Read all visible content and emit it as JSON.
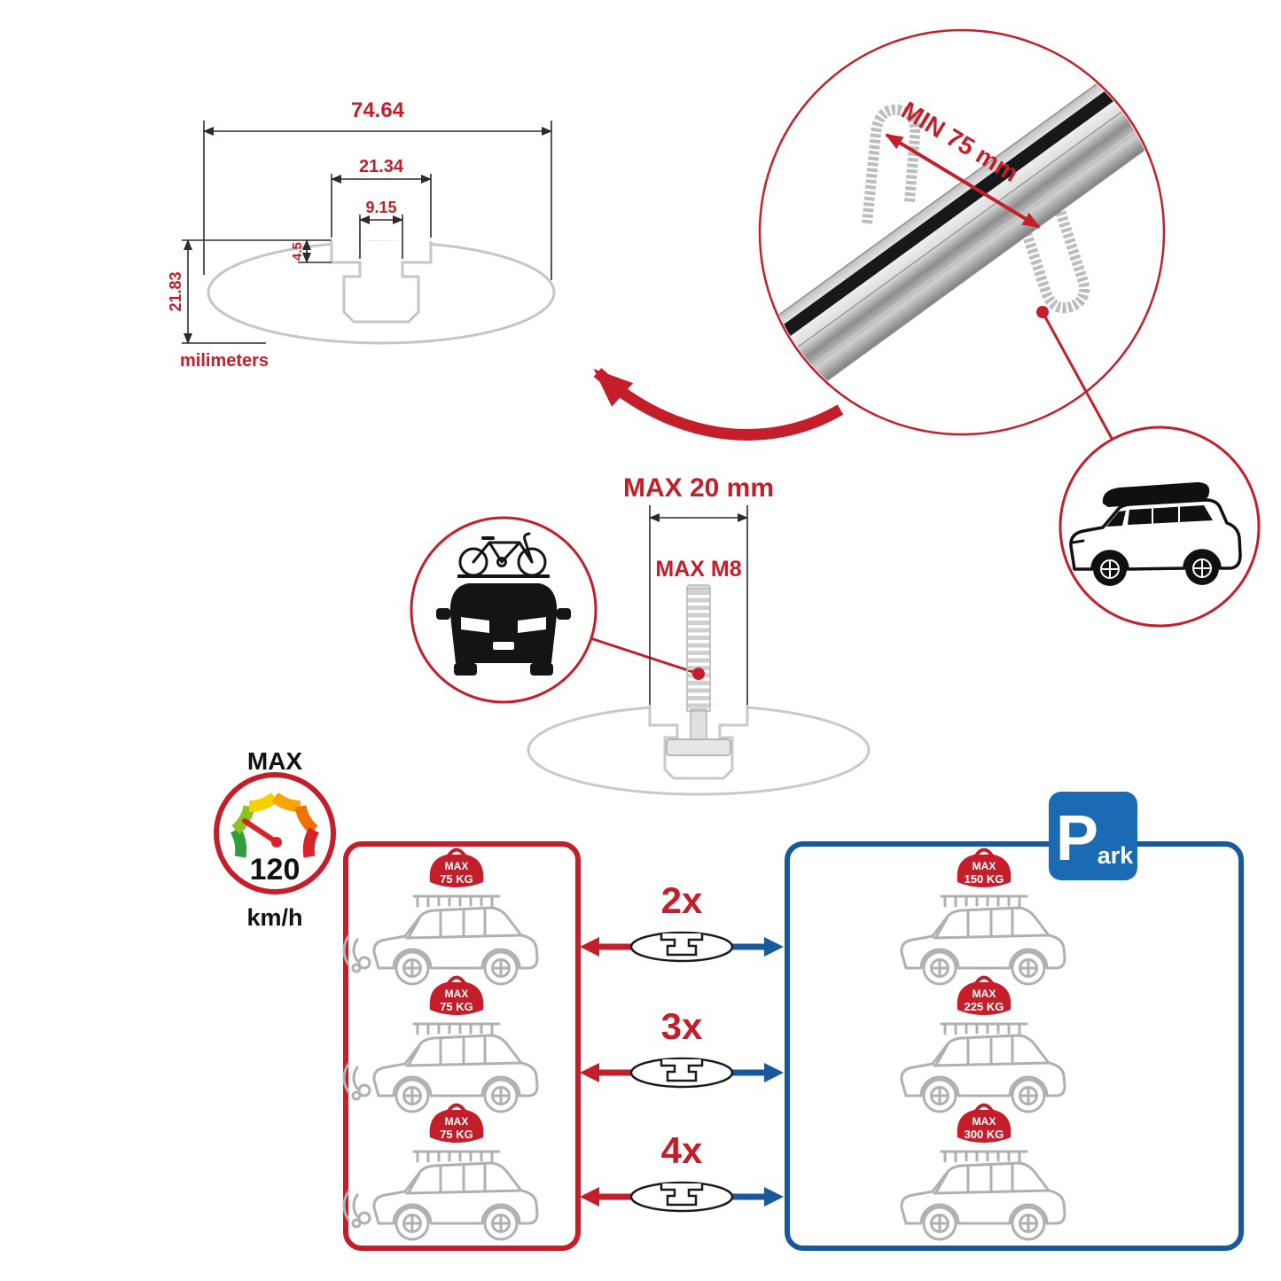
{
  "colors": {
    "accent_red": "#c41e2a",
    "accent_blue": "#17599c",
    "park_blue": "#1a6ab4",
    "profile_gray": "#c6c6c6",
    "car_line_gray": "#b0b0b0",
    "dark": "#1a1a1a"
  },
  "profile_dimensions": {
    "total_width": "74.64",
    "recess_width": "21.34",
    "slot_width": "9.15",
    "recess_depth": "4.5",
    "total_height": "21.83",
    "unit_label": "milimeters"
  },
  "clamp_detail": {
    "min_span_label": "MIN 75 mm"
  },
  "bolt_detail": {
    "max_width_label": "MAX 20 mm",
    "max_thread_label": "MAX M8"
  },
  "speed_limit": {
    "title": "MAX",
    "value": "120",
    "unit": "km/h"
  },
  "parking_sign": {
    "letter": "P",
    "suffix": "ark"
  },
  "crossbar_options": [
    {
      "multiplier": "2x",
      "driving_load_max": "MAX",
      "driving_load": "75 KG",
      "parking_load_max": "MAX",
      "parking_load": "150 KG"
    },
    {
      "multiplier": "3x",
      "driving_load_max": "MAX",
      "driving_load": "75 KG",
      "parking_load_max": "MAX",
      "parking_load": "225 KG"
    },
    {
      "multiplier": "4x",
      "driving_load_max": "MAX",
      "driving_load": "75 KG",
      "parking_load_max": "MAX",
      "parking_load": "300 KG"
    }
  ]
}
